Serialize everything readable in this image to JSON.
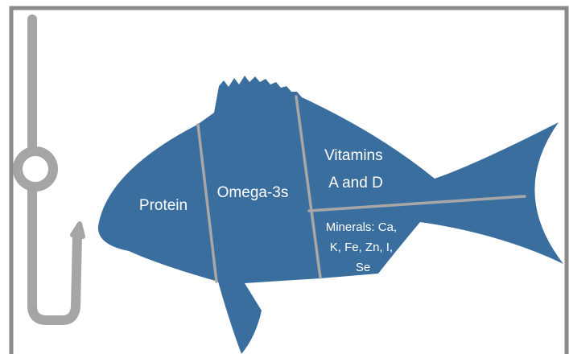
{
  "sections": {
    "protein": "Protein",
    "omega3": "Omega-3s",
    "vitamins": [
      "Vitamins",
      "A and D"
    ],
    "minerals": [
      "Minerals: Ca,",
      "K, Fe, Zn, I,",
      "Se"
    ]
  },
  "colors": {
    "fish": "#3a6e9e",
    "divider": "#a7a7a7",
    "hook": "#a5a5a5",
    "frame": "#8a8a8a",
    "text": "#ffffff"
  }
}
